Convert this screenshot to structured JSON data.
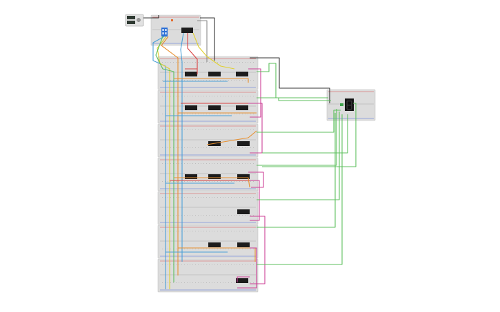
{
  "colors": {
    "background": "#ffffff",
    "breadboard": "#dcdcdc",
    "chip": "#1c1c1c",
    "wire_green": "#5cbf5c",
    "wire_magenta": "#cc3f96",
    "wire_orange": "#e8902f",
    "wire_red": "#d94040",
    "wire_blue": "#4aa0d8",
    "wire_yellow": "#e0d030",
    "wire_black": "#333333",
    "wire_grey": "#8a8a8a",
    "power_rail_red": "#d94b4b",
    "power_rail_blue": "#4b6fd9"
  },
  "components": {
    "power_supply": "power-supply-module",
    "control_board": "breadboard-top-control",
    "main_board_rows": 7,
    "display_board": "breadboard-seven-segment-display",
    "display_icon": "seven-segment-display-icon"
  }
}
